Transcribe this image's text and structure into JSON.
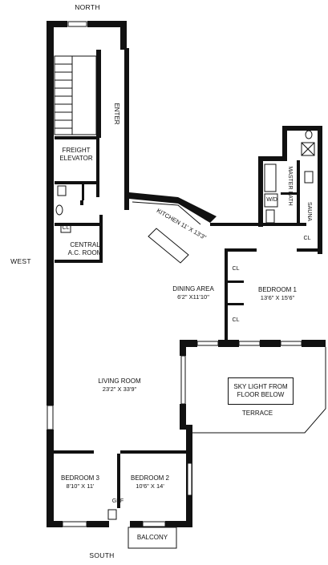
{
  "compass": {
    "north": "NORTH",
    "south": "SOUTH",
    "west": "WEST"
  },
  "rooms": {
    "enter": "ENTER",
    "freight_elevator_1": "FREIGHT",
    "freight_elevator_2": "ELEVATOR",
    "central_ac_1": "CENTRAL",
    "central_ac_2": "A.C. ROOM",
    "kitchen": "KITCHEN 11' X 13'3\"",
    "dining": {
      "name": "DINING AREA",
      "dims": "6'2\" X11'10\""
    },
    "bedroom1": {
      "name": "BEDROOM 1",
      "dims": "13'6\" X 15'6\""
    },
    "living": {
      "name": "LIVING ROOM",
      "dims": "23'2\" X 33'9\""
    },
    "bedroom2": {
      "name": "BEDROOM 2",
      "dims": "10'6\" X 14'"
    },
    "bedroom3": {
      "name": "BEDROOM 3",
      "dims": "8'10\" X 11'"
    },
    "master_bath_1": "MASTER",
    "master_bath_2": "BATH",
    "sauna": "SAUNA",
    "wd": "W/D",
    "cl": "CL",
    "gbf": "GBF",
    "balcony": "BALCONY",
    "terrace": "TERRACE",
    "skylight_1": "SKY LIGHT FROM",
    "skylight_2": "FLOOR BELOW"
  }
}
